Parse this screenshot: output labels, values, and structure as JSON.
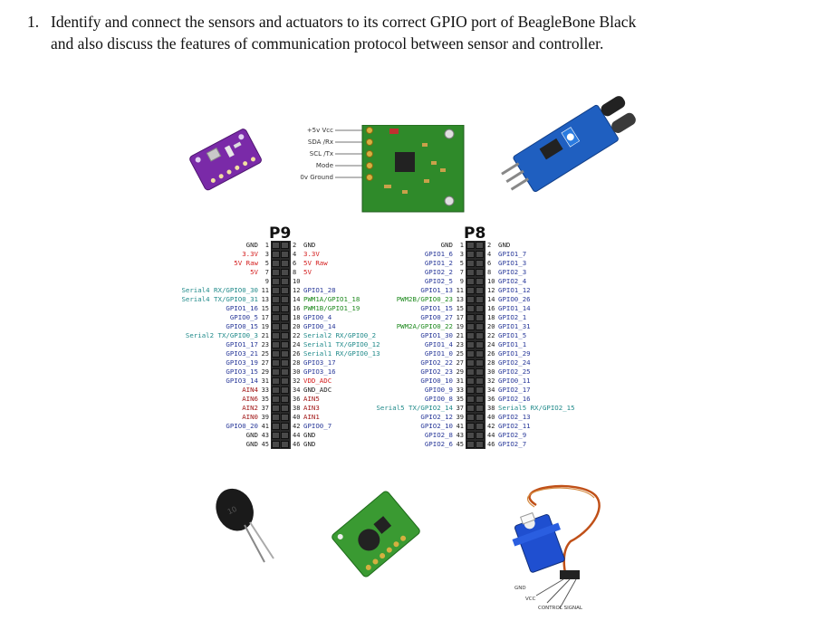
{
  "question": {
    "number": "1.",
    "line1": "Identify and connect the sensors and actuators to its correct GPIO port of BeagleBone Black",
    "line2": "and also discuss the features of communication protocol between sensor and controller."
  },
  "sensor_pins": {
    "labels": [
      "+5v Vcc",
      "SDA /Rx",
      "SCL /Tx",
      "Mode",
      "0v Ground"
    ]
  },
  "servo_labels": {
    "gnd": "GND",
    "vcc": "VCC",
    "signal": "CONTROL SIGNAL"
  },
  "p9": {
    "title": "P9",
    "rows": [
      {
        "l": "GND",
        "lc": "c-black",
        "ln": "1",
        "rn": "2",
        "r": "GND",
        "rc": "c-black"
      },
      {
        "l": "3.3V",
        "lc": "c-red",
        "ln": "3",
        "rn": "4",
        "r": "3.3V",
        "rc": "c-red"
      },
      {
        "l": "5V Raw",
        "lc": "c-red",
        "ln": "5",
        "rn": "6",
        "r": "5V Raw",
        "rc": "c-red"
      },
      {
        "l": "5V",
        "lc": "c-red",
        "ln": "7",
        "rn": "8",
        "r": "5V",
        "rc": "c-red"
      },
      {
        "l": "",
        "lc": "c-black",
        "ln": "9",
        "rn": "10",
        "r": "",
        "rc": "c-black"
      },
      {
        "l": "Serial4 RX/GPIO0_30",
        "lc": "c-teal",
        "ln": "11",
        "rn": "12",
        "r": "GPIO1_28",
        "rc": "c-blue"
      },
      {
        "l": "Serial4 TX/GPIO0_31",
        "lc": "c-teal",
        "ln": "13",
        "rn": "14",
        "r": "PWM1A/GPIO1_18",
        "rc": "c-green"
      },
      {
        "l": "GPIO1_16",
        "lc": "c-blue",
        "ln": "15",
        "rn": "16",
        "r": "PWM1B/GPIO1_19",
        "rc": "c-green"
      },
      {
        "l": "GPIO0_5",
        "lc": "c-blue",
        "ln": "17",
        "rn": "18",
        "r": "GPIO0_4",
        "rc": "c-blue"
      },
      {
        "l": "GPIO0_15",
        "lc": "c-blue",
        "ln": "19",
        "rn": "20",
        "r": "GPIO0_14",
        "rc": "c-blue"
      },
      {
        "l": "Serial2 TX/GPIO0_3",
        "lc": "c-teal",
        "ln": "21",
        "rn": "22",
        "r": "Serial2 RX/GPIO0_2",
        "rc": "c-teal"
      },
      {
        "l": "GPIO1_17",
        "lc": "c-blue",
        "ln": "23",
        "rn": "24",
        "r": "Serial1 TX/GPIO0_12",
        "rc": "c-teal"
      },
      {
        "l": "GPIO3_21",
        "lc": "c-blue",
        "ln": "25",
        "rn": "26",
        "r": "Serial1 RX/GPIO0_13",
        "rc": "c-teal"
      },
      {
        "l": "GPIO3_19",
        "lc": "c-blue",
        "ln": "27",
        "rn": "28",
        "r": "GPIO3_17",
        "rc": "c-blue"
      },
      {
        "l": "GPIO3_15",
        "lc": "c-blue",
        "ln": "29",
        "rn": "30",
        "r": "GPIO3_16",
        "rc": "c-blue"
      },
      {
        "l": "GPIO3_14",
        "lc": "c-blue",
        "ln": "31",
        "rn": "32",
        "r": "VDD_ADC",
        "rc": "c-red"
      },
      {
        "l": "AIN4",
        "lc": "c-darkred",
        "ln": "33",
        "rn": "34",
        "r": "GND_ADC",
        "rc": "c-black"
      },
      {
        "l": "AIN6",
        "lc": "c-darkred",
        "ln": "35",
        "rn": "36",
        "r": "AIN5",
        "rc": "c-darkred"
      },
      {
        "l": "AIN2",
        "lc": "c-darkred",
        "ln": "37",
        "rn": "38",
        "r": "AIN3",
        "rc": "c-darkred"
      },
      {
        "l": "AIN0",
        "lc": "c-darkred",
        "ln": "39",
        "rn": "40",
        "r": "AIN1",
        "rc": "c-darkred"
      },
      {
        "l": "GPIO0_20",
        "lc": "c-blue",
        "ln": "41",
        "rn": "42",
        "r": "GPIO0_7",
        "rc": "c-blue"
      },
      {
        "l": "GND",
        "lc": "c-black",
        "ln": "43",
        "rn": "44",
        "r": "GND",
        "rc": "c-black"
      },
      {
        "l": "GND",
        "lc": "c-black",
        "ln": "45",
        "rn": "46",
        "r": "GND",
        "rc": "c-black"
      }
    ]
  },
  "p8": {
    "title": "P8",
    "rows": [
      {
        "l": "GND",
        "lc": "c-black",
        "ln": "1",
        "rn": "2",
        "r": "GND",
        "rc": "c-black"
      },
      {
        "l": "GPIO1_6",
        "lc": "c-blue",
        "ln": "3",
        "rn": "4",
        "r": "GPIO1_7",
        "rc": "c-blue"
      },
      {
        "l": "GPIO1_2",
        "lc": "c-blue",
        "ln": "5",
        "rn": "6",
        "r": "GPIO1_3",
        "rc": "c-blue"
      },
      {
        "l": "GPIO2_2",
        "lc": "c-blue",
        "ln": "7",
        "rn": "8",
        "r": "GPIO2_3",
        "rc": "c-blue"
      },
      {
        "l": "GPIO2_5",
        "lc": "c-blue",
        "ln": "9",
        "rn": "10",
        "r": "GPIO2_4",
        "rc": "c-blue"
      },
      {
        "l": "GPIO1_13",
        "lc": "c-blue",
        "ln": "11",
        "rn": "12",
        "r": "GPIO1_12",
        "rc": "c-blue"
      },
      {
        "l": "PWM2B/GPIO0_23",
        "lc": "c-green",
        "ln": "13",
        "rn": "14",
        "r": "GPIO0_26",
        "rc": "c-blue"
      },
      {
        "l": "GPIO1_15",
        "lc": "c-blue",
        "ln": "15",
        "rn": "16",
        "r": "GPIO1_14",
        "rc": "c-blue"
      },
      {
        "l": "GPIO0_27",
        "lc": "c-blue",
        "ln": "17",
        "rn": "18",
        "r": "GPIO2_1",
        "rc": "c-blue"
      },
      {
        "l": "PWM2A/GPIO0_22",
        "lc": "c-green",
        "ln": "19",
        "rn": "20",
        "r": "GPIO1_31",
        "rc": "c-blue"
      },
      {
        "l": "GPIO1_30",
        "lc": "c-blue",
        "ln": "21",
        "rn": "22",
        "r": "GPIO1_5",
        "rc": "c-blue"
      },
      {
        "l": "GPIO1_4",
        "lc": "c-blue",
        "ln": "23",
        "rn": "24",
        "r": "GPIO1_1",
        "rc": "c-blue"
      },
      {
        "l": "GPIO1_0",
        "lc": "c-blue",
        "ln": "25",
        "rn": "26",
        "r": "GPIO1_29",
        "rc": "c-blue"
      },
      {
        "l": "GPIO2_22",
        "lc": "c-blue",
        "ln": "27",
        "rn": "28",
        "r": "GPIO2_24",
        "rc": "c-blue"
      },
      {
        "l": "GPIO2_23",
        "lc": "c-blue",
        "ln": "29",
        "rn": "30",
        "r": "GPIO2_25",
        "rc": "c-blue"
      },
      {
        "l": "GPIO0_10",
        "lc": "c-blue",
        "ln": "31",
        "rn": "32",
        "r": "GPIO0_11",
        "rc": "c-blue"
      },
      {
        "l": "GPIO0_9",
        "lc": "c-blue",
        "ln": "33",
        "rn": "34",
        "r": "GPIO2_17",
        "rc": "c-blue"
      },
      {
        "l": "GPIO0_8",
        "lc": "c-blue",
        "ln": "35",
        "rn": "36",
        "r": "GPIO2_16",
        "rc": "c-blue"
      },
      {
        "l": "Serial5 TX/GPIO2_14",
        "lc": "c-teal",
        "ln": "37",
        "rn": "38",
        "r": "Serial5 RX/GPIO2_15",
        "rc": "c-teal"
      },
      {
        "l": "GPIO2_12",
        "lc": "c-blue",
        "ln": "39",
        "rn": "40",
        "r": "GPIO2_13",
        "rc": "c-blue"
      },
      {
        "l": "GPIO2_10",
        "lc": "c-blue",
        "ln": "41",
        "rn": "42",
        "r": "GPIO2_11",
        "rc": "c-blue"
      },
      {
        "l": "GPIO2_8",
        "lc": "c-blue",
        "ln": "43",
        "rn": "44",
        "r": "GPIO2_9",
        "rc": "c-blue"
      },
      {
        "l": "GPIO2_6",
        "lc": "c-blue",
        "ln": "45",
        "rn": "46",
        "r": "GPIO2_7",
        "rc": "c-blue"
      }
    ]
  }
}
